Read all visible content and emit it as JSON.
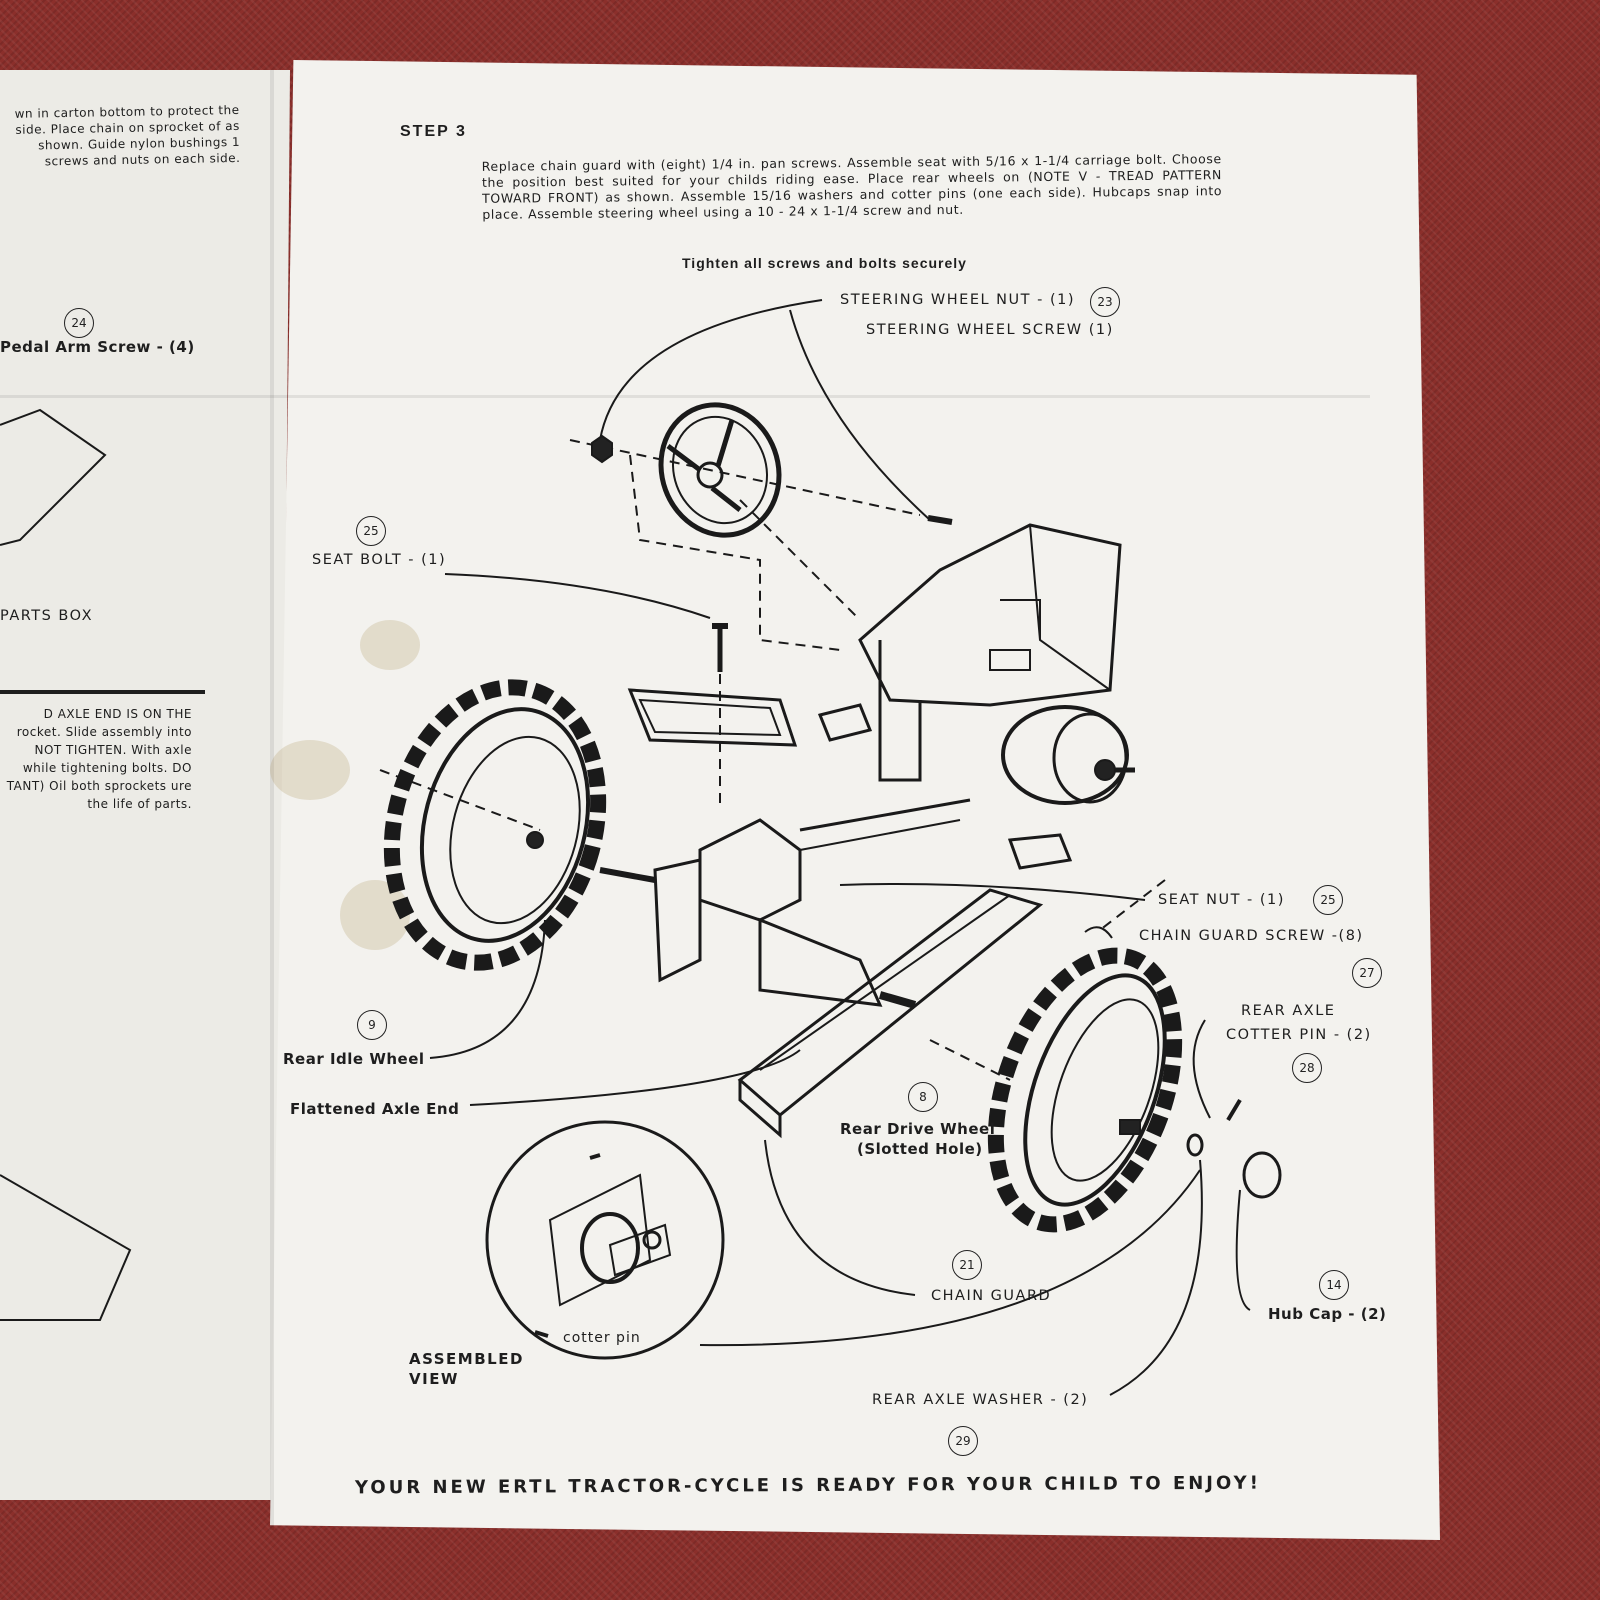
{
  "left_page": {
    "top_text": "wn in carton bottom to protect the side. Place chain on sprocket of as shown. Guide nylon bushings 1 screws and nuts on each side.",
    "pedal_arm_screw_number": "24",
    "pedal_arm_screw_label": "Pedal Arm Screw - (4)",
    "parts_box_label": "PARTS BOX",
    "bottom_text": "D AXLE END IS ON THE rocket. Slide assembly into NOT TIGHTEN. With axle while tightening bolts. DO TANT) Oil both sprockets ure the life of parts."
  },
  "step": {
    "title": "STEP 3",
    "instructions": "Replace chain guard with (eight) 1/4 in. pan screws. Assemble seat with 5/16 x 1-1/4 carriage bolt. Choose the position best suited for your childs riding ease. Place rear wheels on (NOTE V - TREAD PATTERN TOWARD FRONT) as shown. Assemble 15/16 washers and cotter pins (one each side). Hubcaps snap into place. Assemble steering wheel using a 10 - 24 x 1-1/4 screw and nut.",
    "tighten_note": "Tighten all screws and bolts securely"
  },
  "parts": {
    "steering_wheel_nut": {
      "label": "STEERING WHEEL NUT - (1)",
      "number": "23"
    },
    "steering_wheel_screw": {
      "label": "STEERING WHEEL SCREW (1)"
    },
    "seat_bolt": {
      "label": "SEAT BOLT - (1)",
      "number": "25"
    },
    "seat_nut": {
      "label": "SEAT NUT - (1)",
      "number": "25"
    },
    "chain_guard_screw": {
      "label": "CHAIN GUARD SCREW -(8)",
      "number": "27"
    },
    "rear_axle_cotter_pin": {
      "label_line1": "REAR AXLE",
      "label_line2": "COTTER PIN - (2)",
      "number": "28"
    },
    "rear_idle_wheel": {
      "label": "Rear Idle Wheel",
      "number": "9"
    },
    "flattened_axle_end": {
      "label": "Flattened Axle End"
    },
    "rear_drive_wheel": {
      "label_line1": "Rear Drive Wheel",
      "label_line2": "(Slotted Hole)",
      "number": "8"
    },
    "chain_guard": {
      "label": "CHAIN GUARD",
      "number": "21"
    },
    "hub_cap": {
      "label": "Hub Cap - (2)",
      "number": "14"
    },
    "rear_axle_washer": {
      "label": "REAR AXLE WASHER - (2)",
      "number": "29"
    }
  },
  "assembled_view": {
    "line1": "ASSEMBLED",
    "line2": "VIEW",
    "cotter_pin_label": "cotter pin"
  },
  "footer": "YOUR NEW ERTL TRACTOR-CYCLE IS READY FOR YOUR CHILD TO ENJOY!"
}
